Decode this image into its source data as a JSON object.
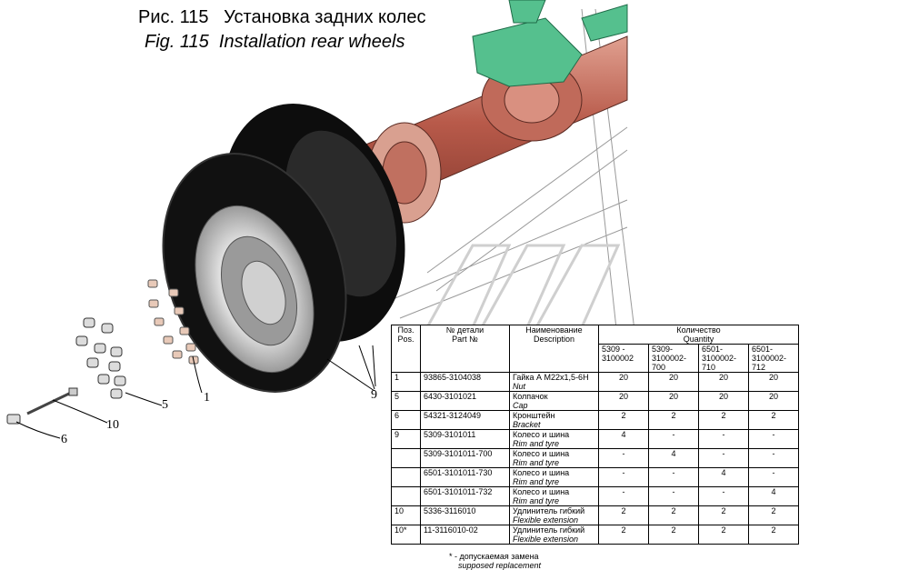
{
  "title_ru": "Рис. 115   Установка задних колес",
  "title_en": "Fig. 115  Installation rear wheels",
  "callouts": [
    "1",
    "5",
    "6",
    "10",
    "9"
  ],
  "colors": {
    "axle": "#b85a4a",
    "axle_light": "#d9907f",
    "frame": "#3fae7e",
    "tyre": "#0d0d0d",
    "rim": "#c8c8c8"
  },
  "table": {
    "header": {
      "pos_ru": "Поз.",
      "pos_en": "Pos.",
      "part_ru": "№ детали",
      "part_en": "Part №",
      "desc_ru": "Наименование",
      "desc_en": "Description",
      "qty_ru": "Количество",
      "qty_en": "Quantity",
      "models": [
        "5309 - 3100002",
        "5309- 3100002- 700",
        "6501- 3100002- 710",
        "6501- 3100002- 712"
      ]
    },
    "rows": [
      {
        "pos": "1",
        "part": "93865-3104038",
        "ru": "Гайка А М22х1,5-6Н",
        "en": "Nut",
        "qty": [
          "20",
          "20",
          "20",
          "20"
        ]
      },
      {
        "pos": "5",
        "part": "6430-3101021",
        "ru": "Колпачок",
        "en": "Cap",
        "qty": [
          "20",
          "20",
          "20",
          "20"
        ]
      },
      {
        "pos": "6",
        "part": "54321-3124049",
        "ru": "Кронштейн",
        "en": "Bracket",
        "qty": [
          "2",
          "2",
          "2",
          "2"
        ]
      },
      {
        "pos": "9",
        "part": "5309-3101011",
        "ru": "Колесо и шина",
        "en": "Rim and tyre",
        "qty": [
          "4",
          "-",
          "-",
          "-"
        ]
      },
      {
        "pos": "",
        "part": "5309-3101011-700",
        "ru": "Колесо и шина",
        "en": "Rim and tyre",
        "qty": [
          "-",
          "4",
          "-",
          "-"
        ]
      },
      {
        "pos": "",
        "part": "6501-3101011-730",
        "ru": "Колесо и шина",
        "en": "Rim and tyre",
        "qty": [
          "-",
          "-",
          "4",
          "-"
        ]
      },
      {
        "pos": "",
        "part": "6501-3101011-732",
        "ru": "Колесо и шина",
        "en": "Rim and tyre",
        "qty": [
          "-",
          "-",
          "-",
          "4"
        ]
      },
      {
        "pos": "10",
        "part": "5336-3116010",
        "ru": "Удлинитель гибкий",
        "en": "Flexible extension",
        "qty": [
          "2",
          "2",
          "2",
          "2"
        ]
      },
      {
        "pos": "10*",
        "part": "11-3116010-02",
        "ru": "Удлинитель гибкий",
        "en": "Flexible extension",
        "qty": [
          "2",
          "2",
          "2",
          "2"
        ]
      }
    ]
  },
  "footnote_ru": "* - допускаемая замена",
  "footnote_en": "supposed replacement"
}
